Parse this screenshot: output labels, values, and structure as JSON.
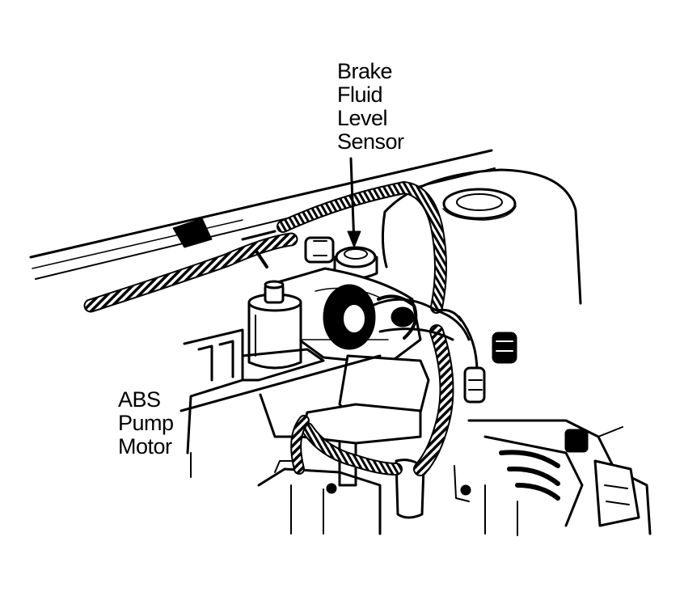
{
  "labels": {
    "brake_fluid_level_sensor": [
      "Brake",
      "Fluid",
      "Level",
      "Sensor"
    ],
    "abs_pump_motor": [
      "ABS",
      "Pump",
      "Motor"
    ]
  },
  "colors": {
    "ink": "#000000",
    "paper": "#ffffff"
  }
}
